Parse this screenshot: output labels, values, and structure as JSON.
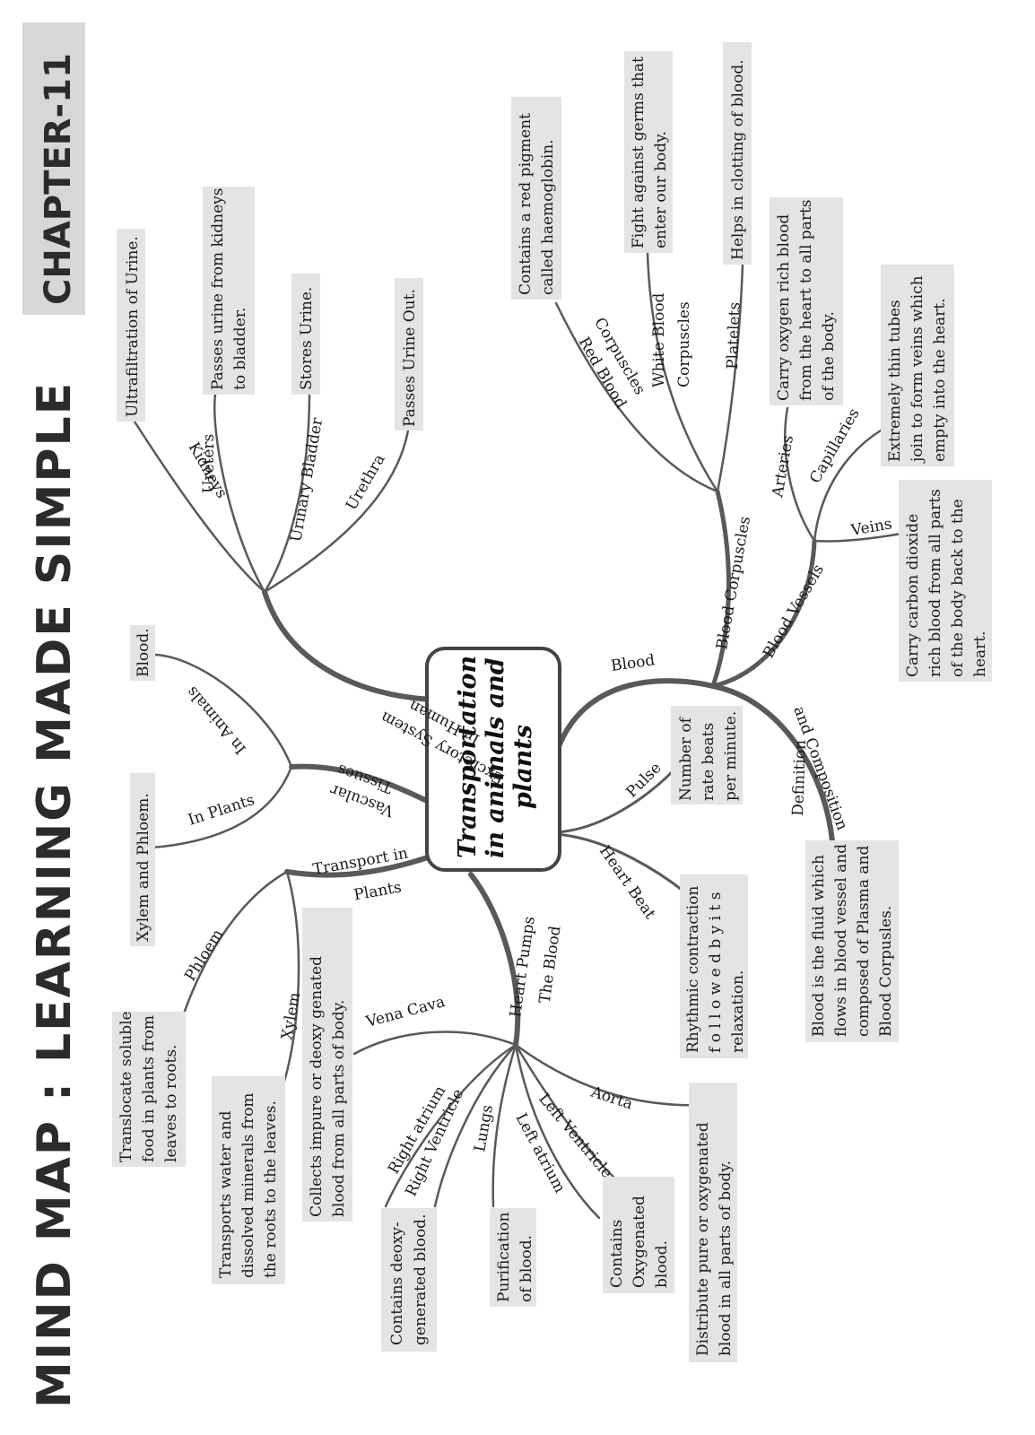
{
  "header": {
    "title": "MIND MAP : LEARNING MADE SIMPLE",
    "chapter": "CHAPTER-11"
  },
  "center": {
    "line1": "Transportation",
    "line2": "in animals and",
    "line3": "plants"
  },
  "excretory": {
    "branch": [
      "Excretory System",
      "In Human"
    ],
    "kidneys": "Kidneys",
    "ureters": "Ureters",
    "bladder": "Urinary Bladder",
    "urethra": "Urethra",
    "kidneys_info": [
      "Ultrafiltration of Urine."
    ],
    "ureters_info": [
      "Passes urine from kidneys",
      "to bladder."
    ],
    "bladder_info": [
      "Stores Urine."
    ],
    "urethra_info": [
      "Passes Urine Out."
    ]
  },
  "vascular": {
    "branch": [
      "Vascular",
      "Tissues"
    ],
    "animals": "In Animals",
    "plants": "In Plants",
    "animals_info": [
      "Blood."
    ],
    "plants_info": [
      "Xylem and Phloem."
    ]
  },
  "transport_plants": {
    "branch": [
      "Transport in",
      "Plants"
    ],
    "phloem": "Phloem",
    "xylem": "Xylem",
    "phloem_info": [
      "Translocate soluble",
      "food in plants from",
      "leaves to roots."
    ],
    "xylem_info": [
      "Transports water and",
      "dissolved minerals from",
      "the roots to the leaves."
    ]
  },
  "heart": {
    "branch": [
      "Heart Pumps",
      "The Blood"
    ],
    "vena_cava": "Vena Cava",
    "right_atrium": "Right atrium",
    "right_ventricle": "Right Ventricle",
    "lungs": "Lungs",
    "left_atrium": "Left atrium",
    "left_ventricle": "Left Ventricle",
    "aorta": "Aorta",
    "vena_cava_info": [
      "Collects impure or deoxy genated",
      "blood from all parts of body."
    ],
    "right_info": [
      "Contains deoxy-",
      "generated blood."
    ],
    "lungs_info": [
      "Purification",
      "of blood."
    ],
    "left_info": [
      "Contains",
      "Oxygenated",
      "blood."
    ],
    "aorta_info": [
      "Distribute pure or oxygenated",
      "blood in all parts of body."
    ]
  },
  "heart_beat": {
    "branch": "Heart Beat",
    "info": [
      "Rhythmic contraction",
      "f o l l o w e d  b y  i t s",
      "relaxation."
    ]
  },
  "pulse": {
    "branch": "Pulse",
    "info": [
      "Number of",
      "rate beats",
      "per minute."
    ]
  },
  "blood": {
    "branch": "Blood",
    "definition": [
      "Definition",
      "and Composition"
    ],
    "definition_info": [
      "Blood is the fluid which",
      "flows in blood vessel and",
      "composed of Plasma and",
      "Blood Corpusles."
    ],
    "corpuscles": "Blood Corpuscles",
    "vessels": "Blood Vessels",
    "rbc": [
      "Red Blood",
      "Corpuscles"
    ],
    "wbc": [
      "White Blood",
      "Corpuscles"
    ],
    "platelets": "Platelets",
    "rbc_info": [
      "Contains a red pigment",
      "called haemoglobin."
    ],
    "wbc_info": [
      "Fight against germs that",
      "enter our body."
    ],
    "platelets_info": [
      "Helps in clotting of blood."
    ],
    "arteries": "Arteries",
    "capillaries": "Capillaries",
    "veins": "Veins",
    "arteries_info": [
      "Carry oxygen rich blood",
      "from the heart to all parts",
      "of the body."
    ],
    "capillaries_info": [
      "Extremely thin tubes",
      "join to form veins which",
      "empty into the heart."
    ],
    "veins_info": [
      "Carry carbon dioxide",
      "rich blood from all parts",
      "of the body back to the",
      "heart."
    ]
  }
}
